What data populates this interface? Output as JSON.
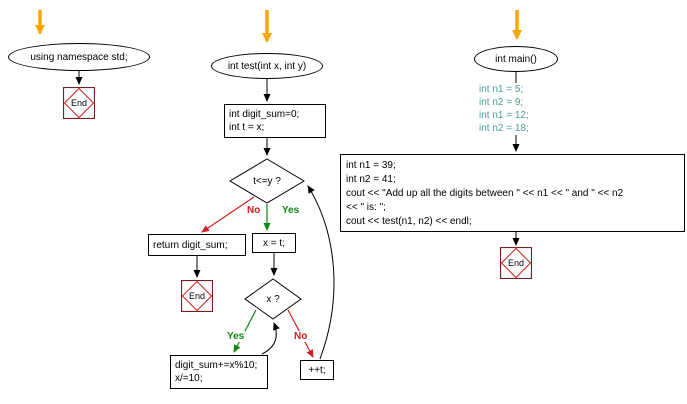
{
  "colors": {
    "orange": "#FFA500",
    "red": "#CC2020",
    "green": "#0E8A0E",
    "teal": "#4D9B9B",
    "end_border": "#7A2020",
    "end_diamond": "#CC2020"
  },
  "std_flow": {
    "start": "using namespace std;",
    "end": "End"
  },
  "test_flow": {
    "start": "int test(int x, int y)",
    "init": [
      "int digit_sum=0;",
      "int t = x;"
    ],
    "cond_outer": "t<=y ?",
    "label_no": "No",
    "label_yes": "Yes",
    "return_stmt": "return digit_sum;",
    "end": "End",
    "assign": "x = t;",
    "cond_inner": "x ?",
    "label_yes2": "Yes",
    "label_no2": "No",
    "loop_body": [
      "digit_sum+=x%10;",
      "x/=10;"
    ],
    "increment": "++t;"
  },
  "main_flow": {
    "start": "int main()",
    "decls": [
      "int n1 = 5;",
      "int n2 = 9;",
      "int n1 = 12;",
      "int n2 = 18;"
    ],
    "body": [
      "int n1 = 39;",
      "int n2 = 41;",
      "cout << \"Add up all the digits between \" << n1 << \" and \" << n2",
      "<< \" is: \";",
      "cout << test(n1, n2) << endl;"
    ],
    "end": "End"
  }
}
